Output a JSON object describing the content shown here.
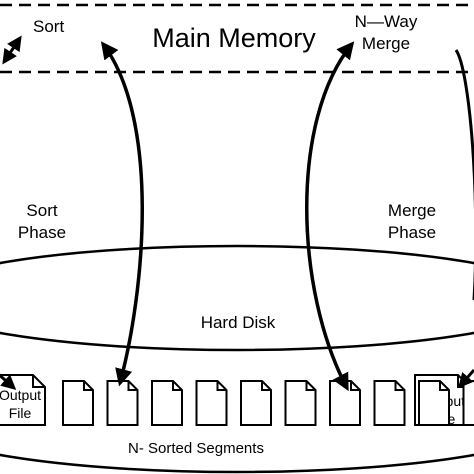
{
  "title": "Main Memory",
  "labels": {
    "sort": "Sort",
    "n_way": "N—Way",
    "merge": "Merge",
    "sort_phase_1": "Sort",
    "sort_phase_2": "Phase",
    "merge_phase_1": "Merge",
    "merge_phase_2": "Phase",
    "hard_disk": "Hard Disk",
    "output_left_1": "Output",
    "output_left_2": "File",
    "output_right_1": "Output",
    "output_right_2": "File",
    "segments": "N- Sorted Segments"
  },
  "segment_count": 10,
  "colors": {
    "line": "#000000",
    "background": "#ffffff"
  }
}
